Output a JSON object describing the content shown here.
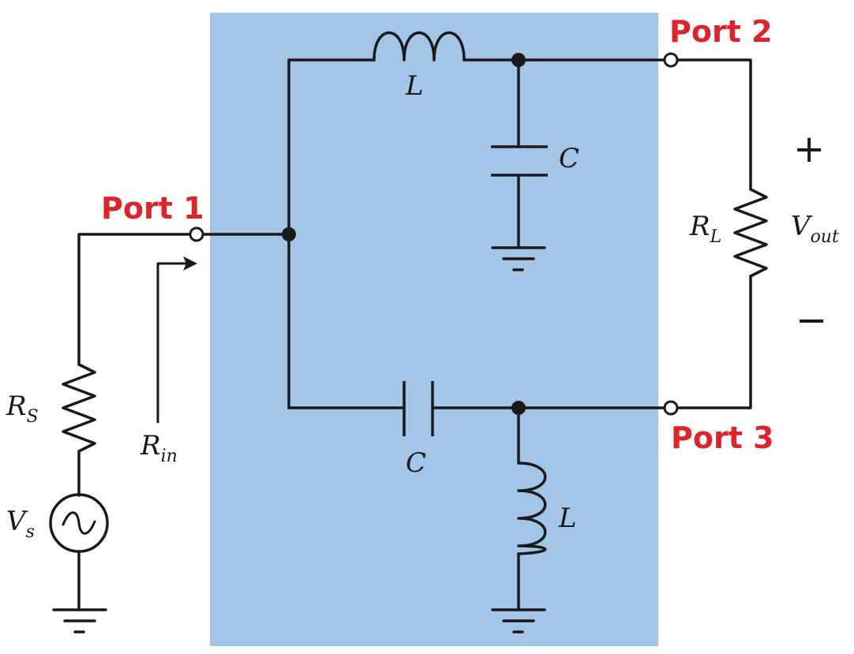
{
  "colors": {
    "network_box": "#a3c5e8",
    "port_label": "#e0232b",
    "wire": "#1a1a1a"
  },
  "ports": {
    "port1": "Port 1",
    "port2": "Port 2",
    "port3": "Port 3"
  },
  "components": {
    "series_inductor": "L",
    "shunt_capacitor": "C",
    "series_capacitor": "C",
    "shunt_inductor": "L"
  },
  "source": {
    "resistor_main": "R",
    "resistor_sub": "S",
    "voltage_main": "V",
    "voltage_sub": "s",
    "input_resistance_main": "R",
    "input_resistance_sub": "in"
  },
  "load": {
    "resistor_main": "R",
    "resistor_sub": "L",
    "output_main": "V",
    "output_sub": "out",
    "plus": "+",
    "minus": "−"
  }
}
